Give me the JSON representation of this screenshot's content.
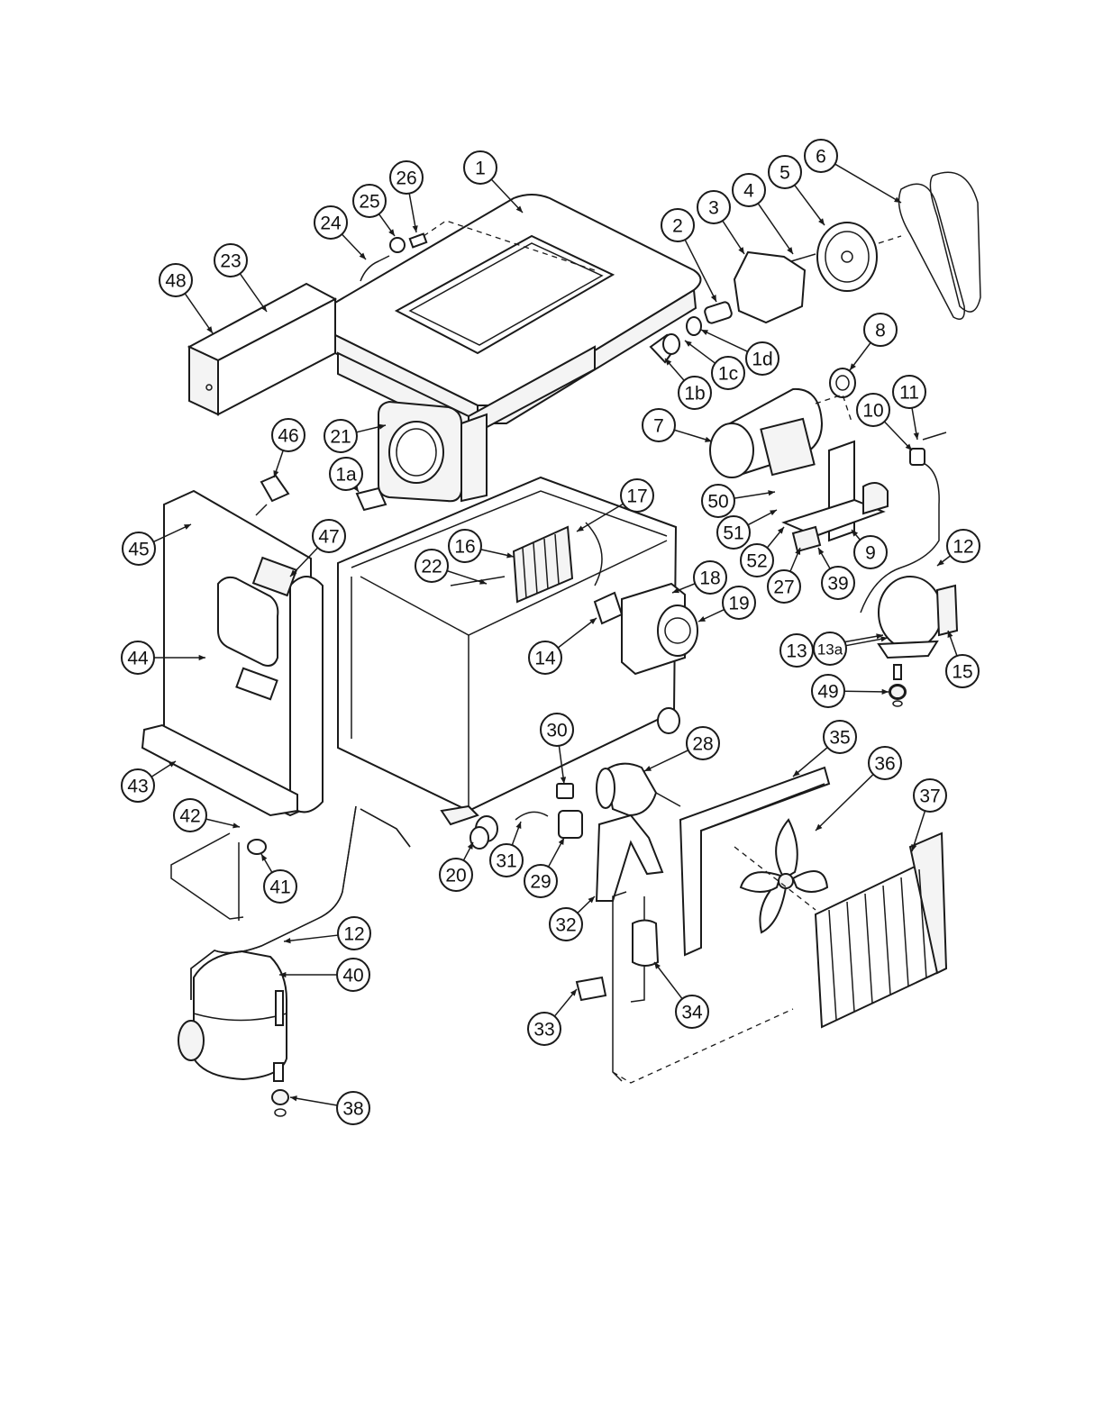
{
  "diagram": {
    "callouts": [
      {
        "id": "1",
        "label": "1"
      },
      {
        "id": "1a",
        "label": "1a"
      },
      {
        "id": "1b",
        "label": "1b"
      },
      {
        "id": "1c",
        "label": "1c"
      },
      {
        "id": "1d",
        "label": "1d"
      },
      {
        "id": "2",
        "label": "2"
      },
      {
        "id": "3",
        "label": "3"
      },
      {
        "id": "4",
        "label": "4"
      },
      {
        "id": "5",
        "label": "5"
      },
      {
        "id": "6",
        "label": "6"
      },
      {
        "id": "7",
        "label": "7"
      },
      {
        "id": "8",
        "label": "8"
      },
      {
        "id": "9",
        "label": "9"
      },
      {
        "id": "10",
        "label": "10"
      },
      {
        "id": "11",
        "label": "11"
      },
      {
        "id": "12a",
        "label": "12"
      },
      {
        "id": "12b",
        "label": "12"
      },
      {
        "id": "13",
        "label": "13"
      },
      {
        "id": "13a",
        "label": "13a"
      },
      {
        "id": "14",
        "label": "14"
      },
      {
        "id": "15",
        "label": "15"
      },
      {
        "id": "16",
        "label": "16"
      },
      {
        "id": "17",
        "label": "17"
      },
      {
        "id": "18",
        "label": "18"
      },
      {
        "id": "19",
        "label": "19"
      },
      {
        "id": "20",
        "label": "20"
      },
      {
        "id": "21",
        "label": "21"
      },
      {
        "id": "22",
        "label": "22"
      },
      {
        "id": "23",
        "label": "23"
      },
      {
        "id": "24",
        "label": "24"
      },
      {
        "id": "25",
        "label": "25"
      },
      {
        "id": "26",
        "label": "26"
      },
      {
        "id": "27",
        "label": "27"
      },
      {
        "id": "28",
        "label": "28"
      },
      {
        "id": "29",
        "label": "29"
      },
      {
        "id": "30",
        "label": "30"
      },
      {
        "id": "31",
        "label": "31"
      },
      {
        "id": "32",
        "label": "32"
      },
      {
        "id": "33",
        "label": "33"
      },
      {
        "id": "34",
        "label": "34"
      },
      {
        "id": "35",
        "label": "35"
      },
      {
        "id": "36",
        "label": "36"
      },
      {
        "id": "37",
        "label": "37"
      },
      {
        "id": "38",
        "label": "38"
      },
      {
        "id": "39",
        "label": "39"
      },
      {
        "id": "40",
        "label": "40"
      },
      {
        "id": "41",
        "label": "41"
      },
      {
        "id": "42",
        "label": "42"
      },
      {
        "id": "43",
        "label": "43"
      },
      {
        "id": "44",
        "label": "44"
      },
      {
        "id": "45",
        "label": "45"
      },
      {
        "id": "46",
        "label": "46"
      },
      {
        "id": "47",
        "label": "47"
      },
      {
        "id": "48",
        "label": "48"
      },
      {
        "id": "49",
        "label": "49"
      },
      {
        "id": "50",
        "label": "50"
      },
      {
        "id": "51",
        "label": "51"
      },
      {
        "id": "52",
        "label": "52"
      }
    ]
  }
}
